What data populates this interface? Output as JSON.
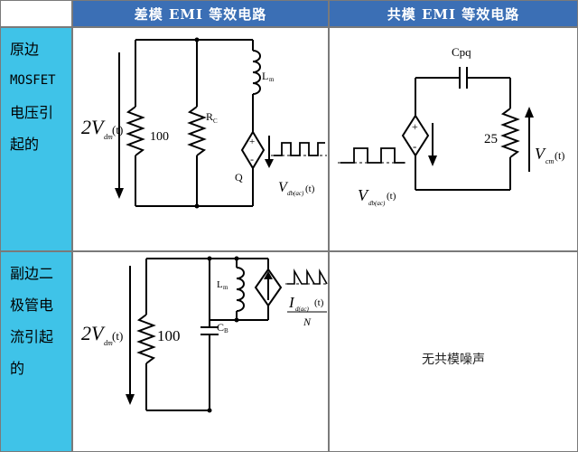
{
  "header": {
    "col1": "差模 EMI 等效电路",
    "col2": "共模 EMI 等效电路"
  },
  "rows": [
    {
      "label_parts": [
        "原边",
        "MOSFET",
        "电压引",
        "起的"
      ]
    },
    {
      "label_parts": [
        "副边二",
        "极管电",
        "流引起",
        "的"
      ]
    }
  ],
  "circuit1": {
    "voltage_label": "2V",
    "voltage_sub": "dm",
    "voltage_arg": "(t)",
    "r1": "100",
    "rc": "R",
    "rc_sub": "C",
    "lm": "L",
    "lm_sub": "m",
    "q": "Q",
    "vdb": "V",
    "vdb_sub": "db(ac)",
    "vdb_arg": "(t)"
  },
  "circuit2": {
    "cap": "Cpq",
    "r": "25",
    "vcm": "V",
    "vcm_sub": "cm",
    "vcm_arg": "(t)",
    "vdb": "V",
    "vdb_sub": "db(ac)",
    "vdb_arg": "(t)"
  },
  "circuit3": {
    "voltage_label": "2V",
    "voltage_sub": "dm",
    "voltage_arg": "(t)",
    "r1": "100",
    "cb": "C",
    "cb_sub": "B",
    "lm": "L",
    "lm_sub": "m",
    "id": "I",
    "id_sub": "d(ac)",
    "id_arg": "(t)",
    "denom": "N"
  },
  "noise_text": "无共模噪声",
  "colors": {
    "header_bg": "#3b6fb5",
    "side_bg": "#3fc3e8",
    "border": "#7a7a7a"
  }
}
